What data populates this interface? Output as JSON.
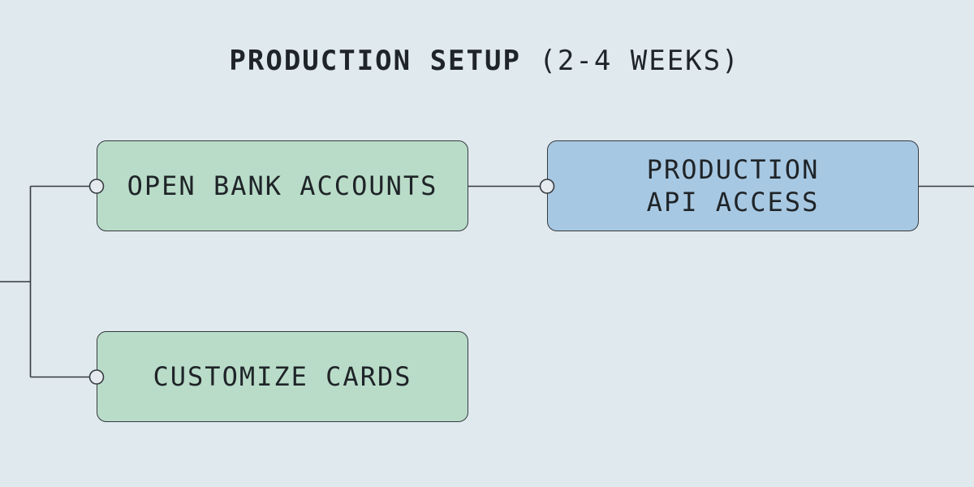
{
  "title": {
    "main": "PRODUCTION SETUP",
    "suffix": "(2-4 WEEKS)"
  },
  "diagram": {
    "nodes": [
      {
        "id": "open-bank-accounts",
        "label": "OPEN BANK ACCOUNTS",
        "color": "green"
      },
      {
        "id": "production-api-access",
        "label": "PRODUCTION\nAPI ACCESS",
        "color": "blue"
      },
      {
        "id": "customize-cards",
        "label": "CUSTOMIZE CARDS",
        "color": "green"
      }
    ],
    "connections": [
      {
        "from": "offscreen-left",
        "to": "open-bank-accounts"
      },
      {
        "from": "offscreen-left",
        "to": "customize-cards"
      },
      {
        "from": "open-bank-accounts",
        "to": "production-api-access"
      },
      {
        "from": "production-api-access",
        "to": "offscreen-right"
      }
    ]
  },
  "colors": {
    "canvas-bg": "#dfe9ee",
    "node-green": "#b9dcc9",
    "node-blue": "#a7c8e2",
    "stroke": "#363b40",
    "text": "#1f2428",
    "port-fill": "#e4eaee"
  }
}
